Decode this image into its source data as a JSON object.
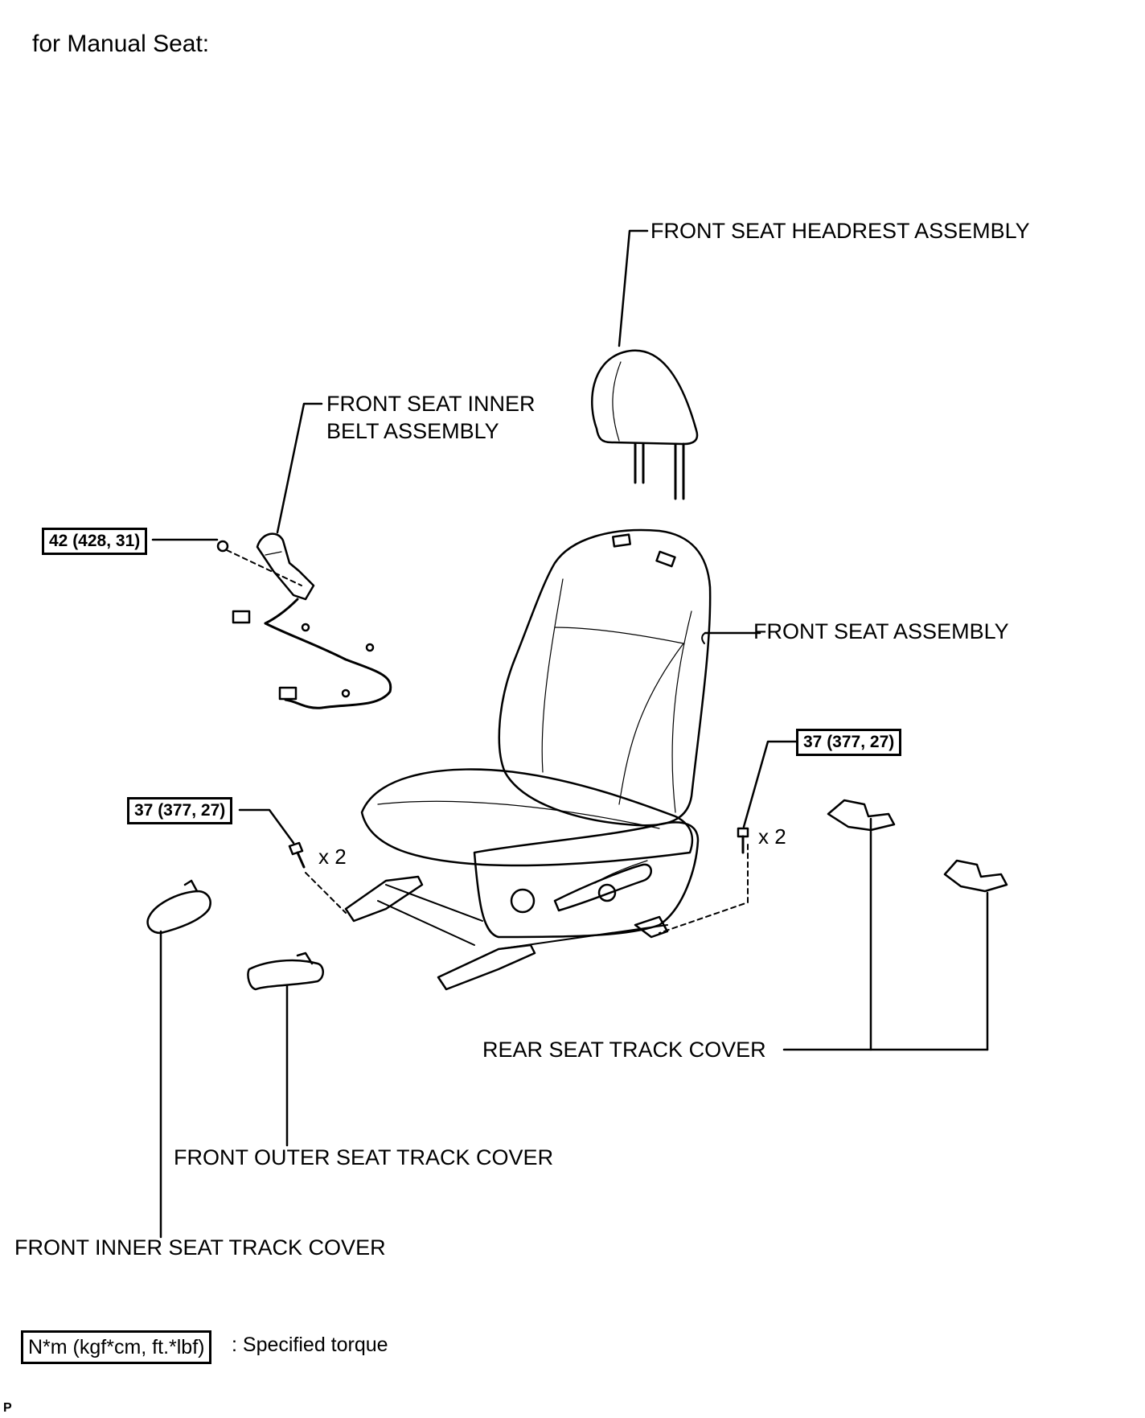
{
  "header": {
    "title": "for Manual Seat:"
  },
  "labels": {
    "headrest": "FRONT SEAT HEADREST ASSEMBLY",
    "inner_belt_line1": "FRONT SEAT INNER",
    "inner_belt_line2": "BELT ASSEMBLY",
    "seat": "FRONT SEAT ASSEMBLY",
    "rear_track_cover": "REAR SEAT TRACK COVER",
    "front_outer_cover": "FRONT OUTER SEAT TRACK COVER",
    "front_inner_cover": "FRONT INNER SEAT TRACK COVER"
  },
  "torques": {
    "belt": "42 (428, 31)",
    "front_bolts": "37 (377, 27)",
    "rear_bolts": "37 (377, 27)"
  },
  "quantities": {
    "front_bolts": "x 2",
    "rear_bolts": "x 2"
  },
  "legend": {
    "unit": "N*m (kgf*cm, ft.*lbf)",
    "description": ": Specified torque"
  },
  "corner_mark": "P"
}
